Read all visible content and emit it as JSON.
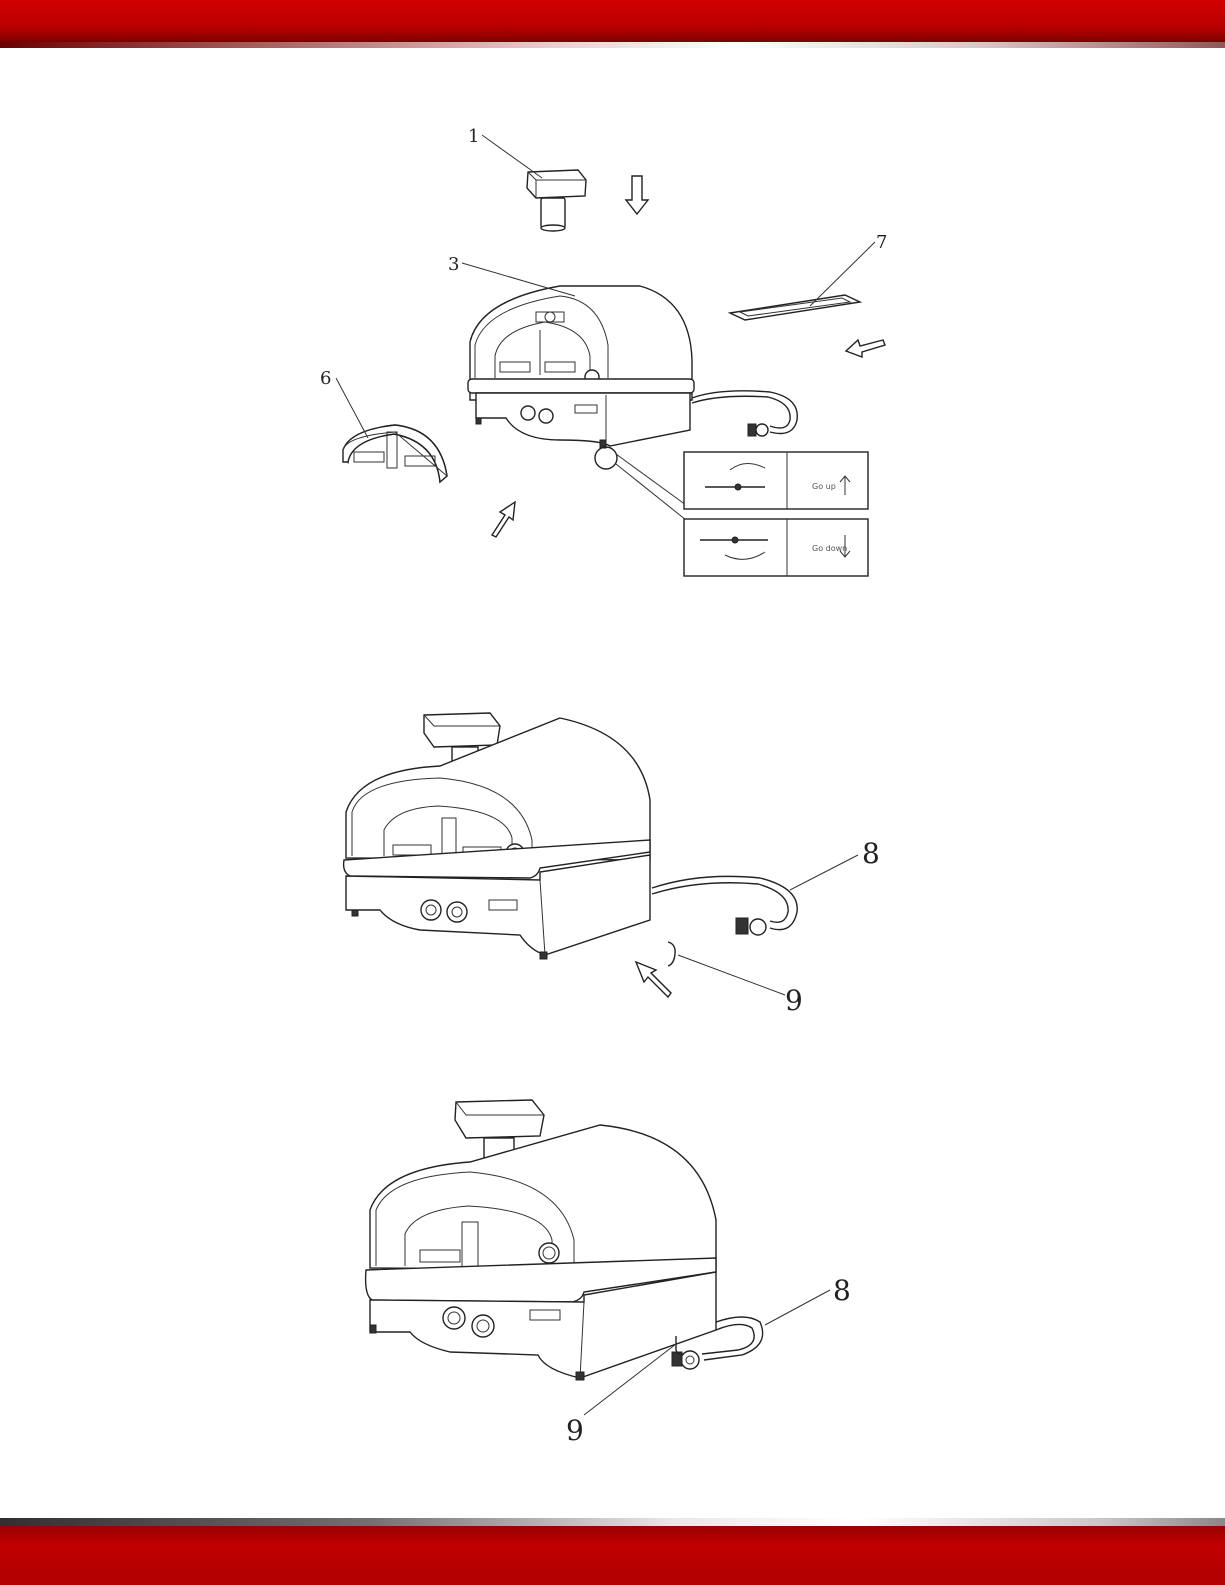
{
  "header": {
    "band_color": "#c00000"
  },
  "footer": {
    "band_color": "#c00000"
  },
  "figure1": {
    "callouts": {
      "c1": "1",
      "c3": "3",
      "c6": "6",
      "c7": "7"
    },
    "detail_up": "Go up",
    "detail_down": "Go down"
  },
  "figure2": {
    "callouts": {
      "c8": "8",
      "c9": "9"
    }
  },
  "figure3": {
    "callouts": {
      "c8": "8",
      "c9": "9"
    }
  }
}
